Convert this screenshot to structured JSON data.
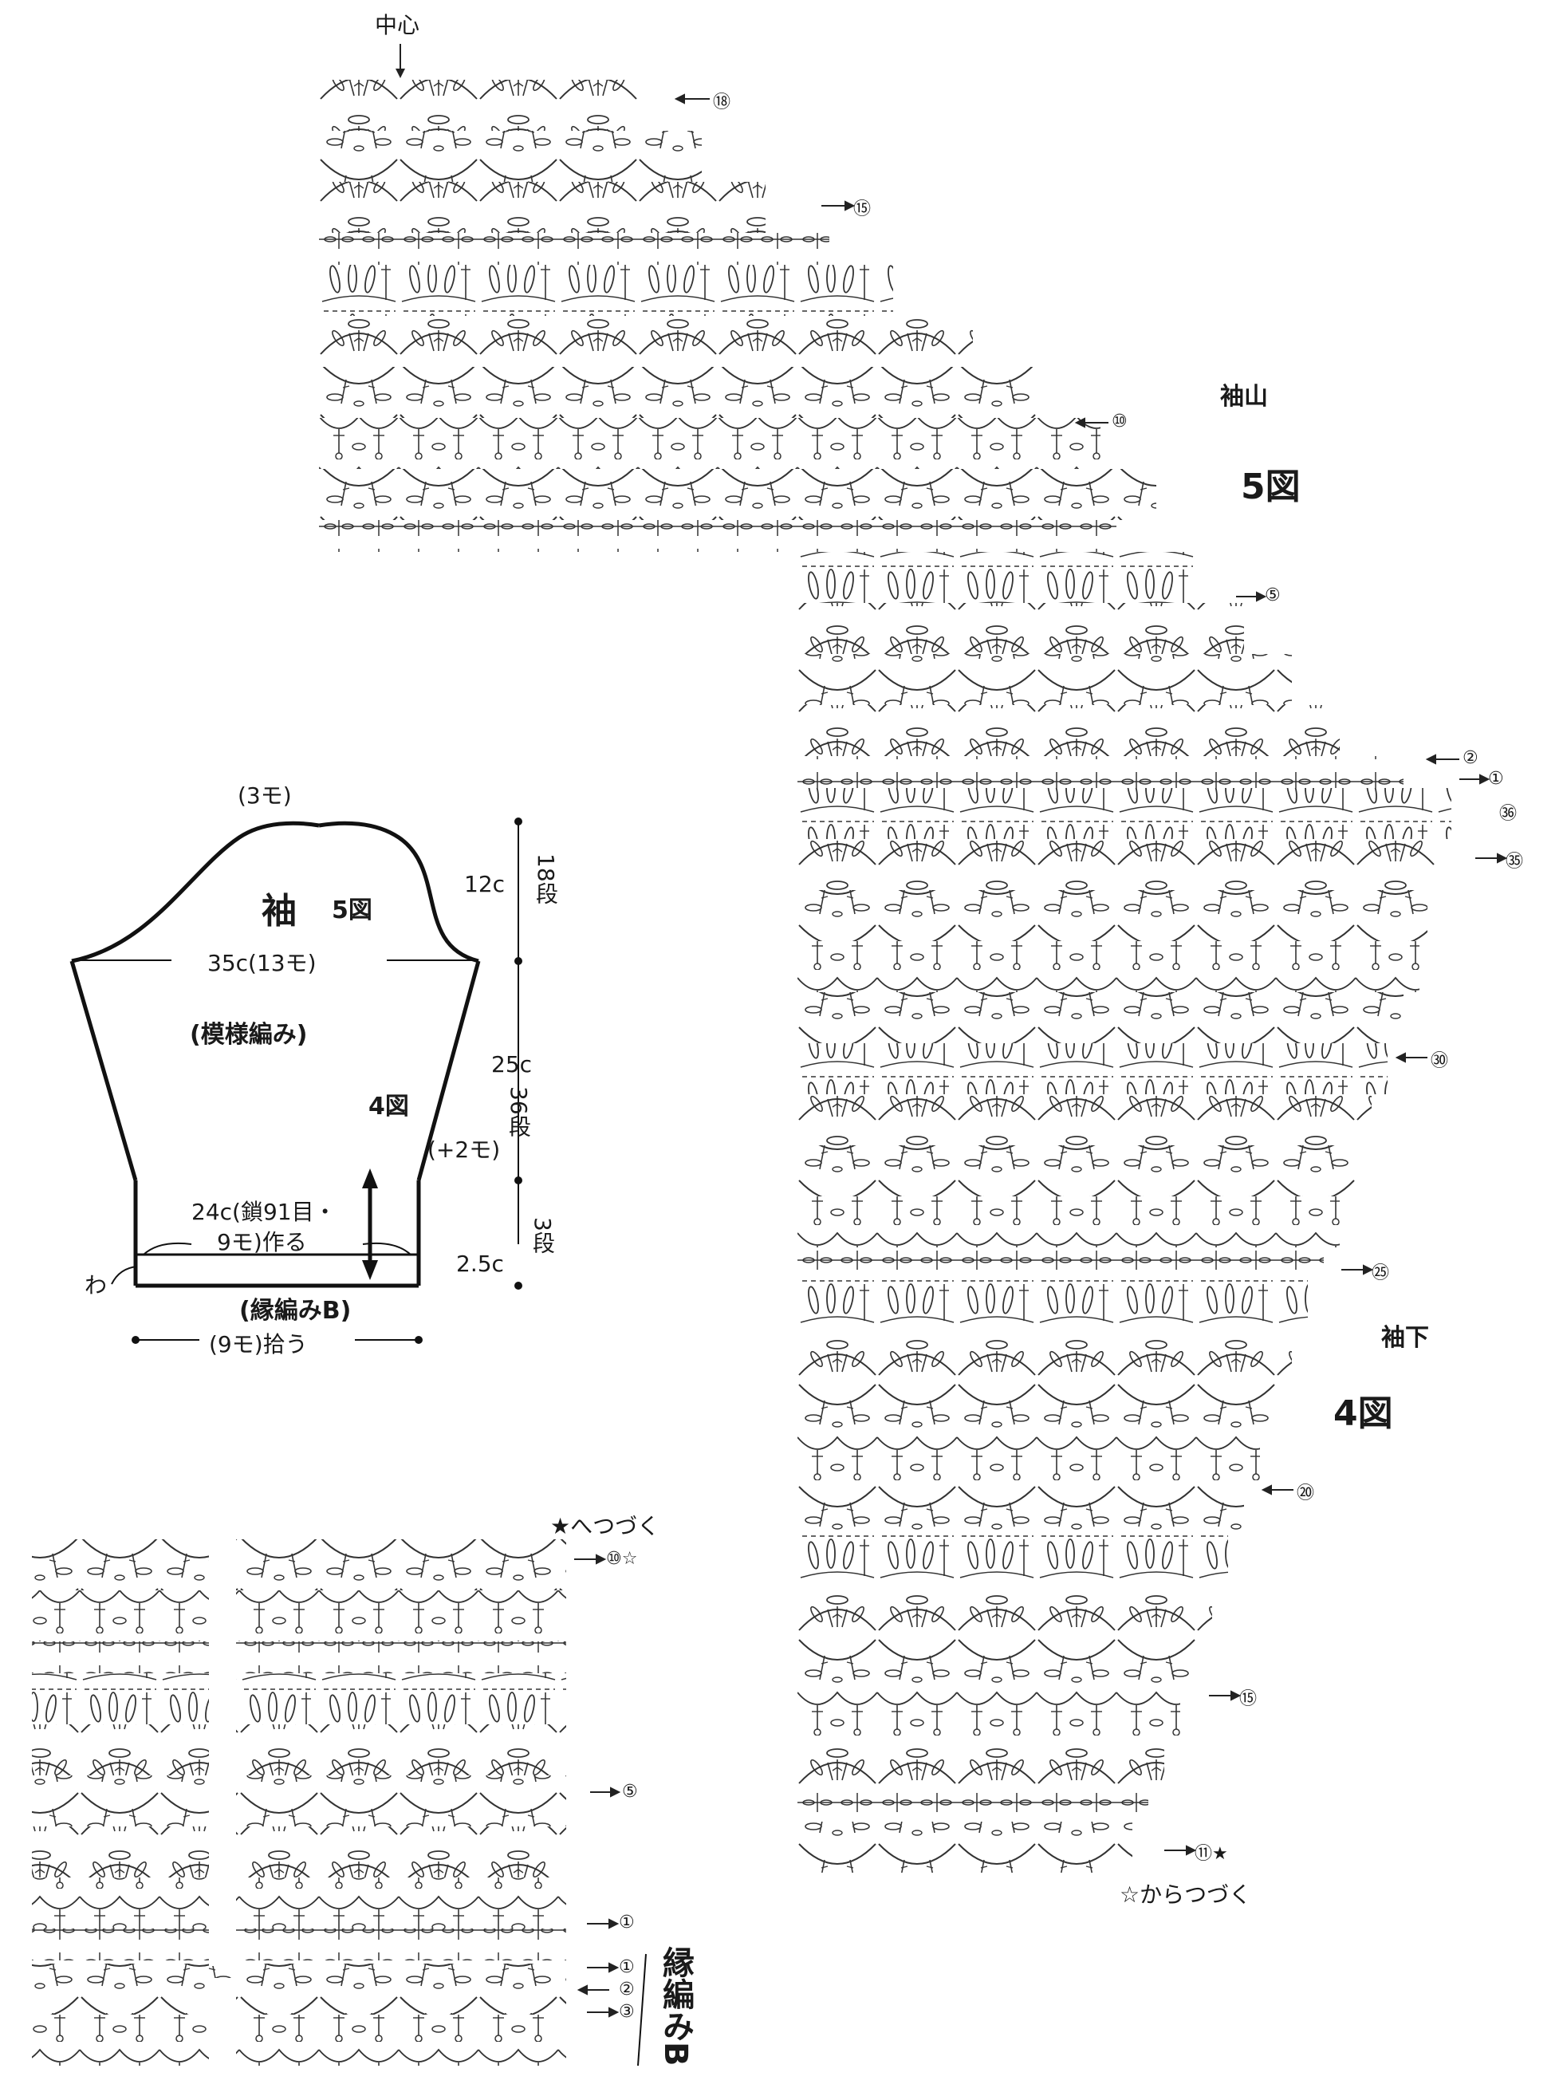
{
  "top_chart": {
    "center_label": "中心",
    "region_labels": {
      "cap_label": "袖山",
      "cap_figure": "5図",
      "underarm_label": "袖下",
      "underarm_figure": "4図"
    },
    "row_markers": [
      "⑱",
      "⑮",
      "⑩",
      "⑤",
      "②",
      "①",
      "㊱",
      "㉟",
      "㉚",
      "㉕",
      "⑳",
      "⑮",
      "⑪★"
    ],
    "continue_from": "☆からつづく"
  },
  "schematic": {
    "top_width": "(3モ)",
    "piece_name": "袖",
    "cap_figure": "5図",
    "width_mid": "35c(13モ)",
    "pattern": "(模様編み)",
    "body_figure": "4図",
    "increase": "(+2モ)",
    "cast_on_line1": "24c(鎖91目・",
    "cast_on_line2": "9モ)作る",
    "border": "(縁編みB)",
    "ring": "わ",
    "pickup": "(9モ)拾う",
    "cap_height": "12c",
    "cap_rows": "18段",
    "body_height": "25c",
    "body_rows": "36段",
    "border_height": "2.5c",
    "border_rows": "3段"
  },
  "bottom_chart": {
    "continue_to": "★へつづく",
    "row_markers": [
      "⑩☆",
      "⑤",
      "①",
      "①",
      "②",
      "③"
    ],
    "border_label": "縁編みB"
  }
}
